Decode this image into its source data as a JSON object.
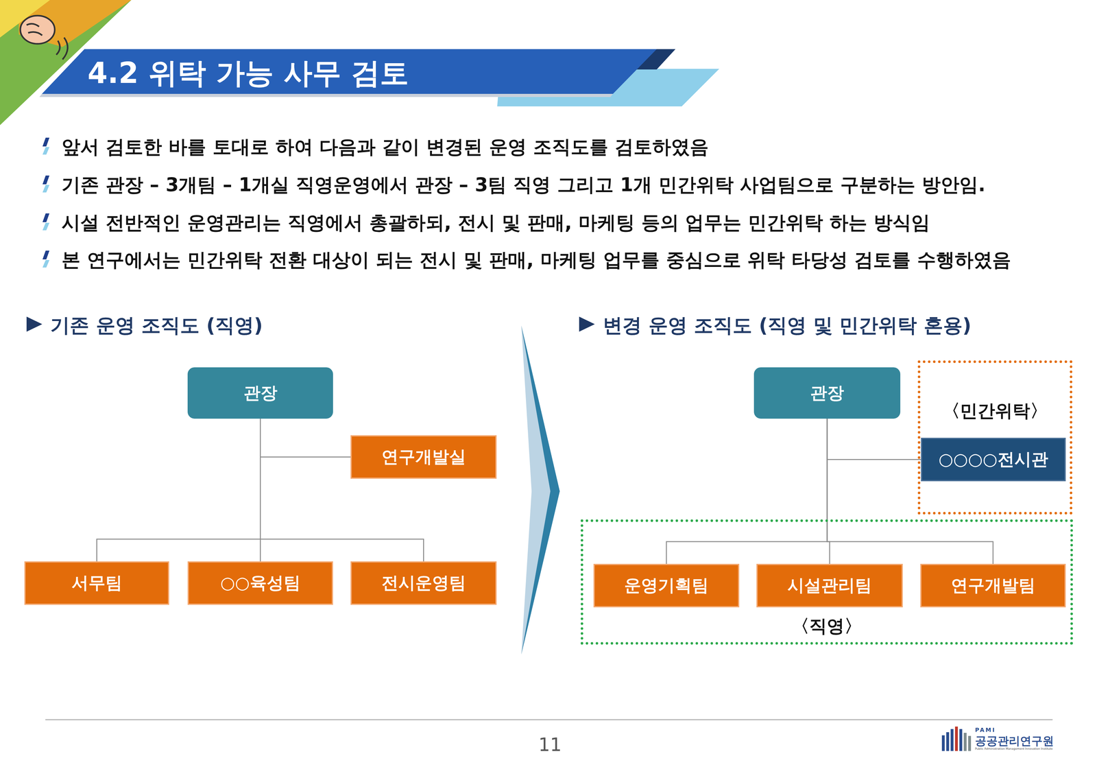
{
  "diagram": {
    "title": "4.2 위탁 가능 사무 검토",
    "nodes": [
      {
        "text": [
          "관장"
        ]
      },
      {
        "text": [
          "연구개발실"
        ]
      },
      {
        "text": [
          "서무팀"
        ]
      },
      {
        "text": [
          "○○육성팀"
        ]
      },
      {
        "text": [
          "전시운영팀"
        ]
      },
      {
        "text": [
          "관장"
        ]
      },
      {
        "text": [
          "〈민간위탁〉"
        ]
      },
      {
        "text": [
          "○○○○전시관"
        ],
        "in": 6
      },
      {
        "text": [
          "〈직영〉"
        ]
      },
      {
        "text": [
          "운영기획팀"
        ],
        "in": 8
      },
      {
        "text": [
          "시설관리팀"
        ],
        "in": 8
      },
      {
        "text": [
          "연구개발팀"
        ],
        "in": 8
      }
    ],
    "edges": [
      {
        "from": 0,
        "to": 1,
        "arrow": "none"
      },
      {
        "from": 0,
        "to": 2,
        "arrow": "none"
      },
      {
        "from": 0,
        "to": 3,
        "arrow": "none"
      },
      {
        "from": 0,
        "to": 4,
        "arrow": "none"
      },
      {
        "from": 5,
        "to": 7,
        "arrow": "none"
      },
      {
        "from": 5,
        "to": 9,
        "arrow": "none"
      },
      {
        "from": 5,
        "to": 10,
        "arrow": "none"
      },
      {
        "from": 5,
        "to": 11,
        "arrow": "none"
      }
    ],
    "labels": [
      "앞서 검토한 바를 토대로 하여 다음과 같이 변경된 운영 조직도를 검토하였음",
      "기존 관장 – 3개팀 – 1개실 직영운영에서 관장 – 3팀 직영 그리고 1개 민간위탁 사업팀으로 구분하는 방안임.",
      "시설 전반적인 운영관리는 직영에서 총괄하되, 전시 및 판매, 마케팅 등의 업무는 민간위탁 하는 방식임",
      "본 연구에서는 민간위탁 전환 대상이 되는 전시 및 판매, 마케팅 업무를 중심으로 위탁 타당성 검토를 수행하였음",
      "기존 운영 조직도 (직영)",
      "변경 운영 조직도 (직영 및 민간위탁 혼용)",
      "11",
      "PAMI",
      "공공관리연구원",
      "Public Administration Management Innovation Institute"
    ]
  }
}
